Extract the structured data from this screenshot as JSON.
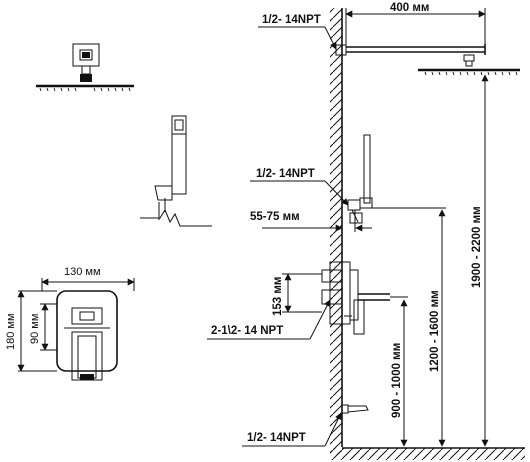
{
  "dimensions": {
    "head_arm": "400 мм",
    "wall_offset": "55-75 мм",
    "valve_gap": "153 мм",
    "valve_height": "900 - 1000 мм",
    "holder_height": "1200 - 1600 мм",
    "head_height": "1900 - 2200 мм",
    "plate_width": "130 мм",
    "plate_outer_height": "180 мм",
    "plate_inner_height": "90 мм"
  },
  "threads": {
    "top": "1/2- 14NPT",
    "middle": "1/2- 14NPT",
    "valve": "2-1\\2- 14 NPT",
    "bottom": "1/2- 14NPT"
  },
  "colors": {
    "line": "#111111",
    "background": "#ffffff"
  }
}
